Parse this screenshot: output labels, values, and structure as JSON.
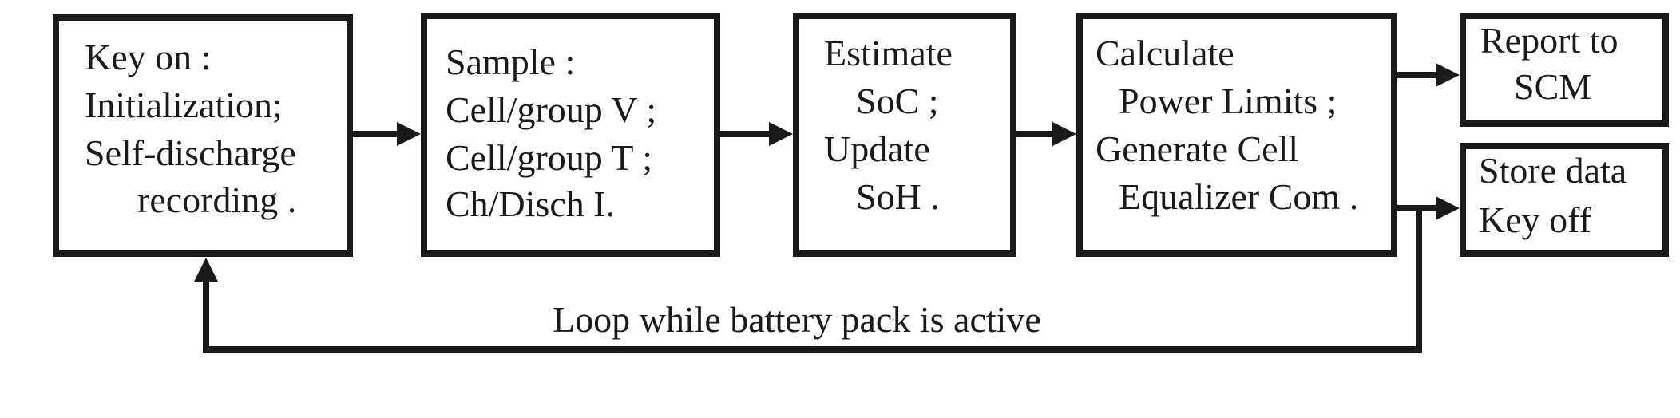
{
  "diagram": {
    "steps": [
      {
        "id": "key-on",
        "lines": [
          "Key on :",
          "Initialization;",
          "Self-discharge",
          "recording ."
        ]
      },
      {
        "id": "sample",
        "lines": [
          "Sample :",
          "Cell/group V ;",
          "Cell/group T ;",
          "Ch/Disch I."
        ]
      },
      {
        "id": "estimate",
        "lines": [
          "Estimate",
          "SoC ;",
          "Update",
          "SoH ."
        ]
      },
      {
        "id": "calculate",
        "lines": [
          "Calculate",
          "Power Limits ;",
          "Generate Cell",
          "Equalizer Com ."
        ]
      },
      {
        "id": "report",
        "lines": [
          "Report to",
          "SCM"
        ]
      },
      {
        "id": "store",
        "lines": [
          "Store data",
          "Key off"
        ]
      }
    ],
    "loop_label": "Loop while battery pack is active"
  }
}
